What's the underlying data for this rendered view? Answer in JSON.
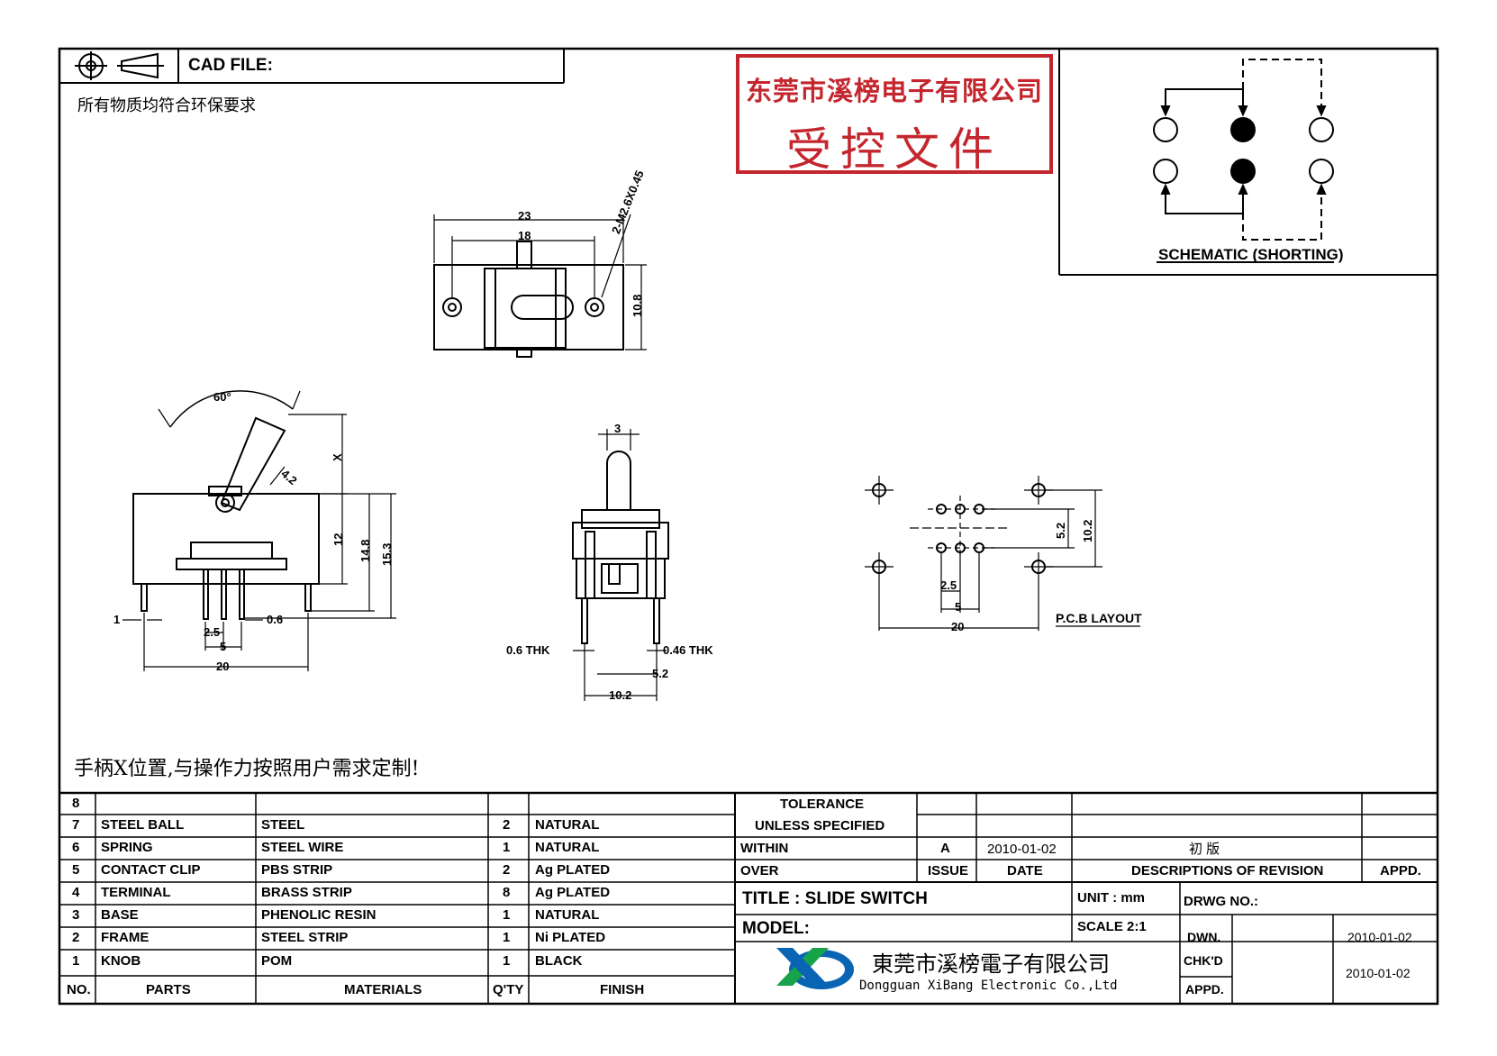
{
  "header": {
    "cad_label": "CAD FILE:",
    "env_note": "所有物质均符合环保要求"
  },
  "stamp": {
    "company": "东莞市溪榜电子有限公司",
    "status": "受控文件"
  },
  "schematic": {
    "label": "SCHEMATIC (SHORTING)"
  },
  "dims": {
    "top_23": "23",
    "top_18": "18",
    "top_hole": "2-M2.6X0.45",
    "top_10_8": "10.8",
    "angle": "60°",
    "x": "X",
    "r": "4.2",
    "h12": "12",
    "h14_8": "14.8",
    "h15_3": "15.3",
    "d1": "1",
    "d2_5": "2.5",
    "d0_6": "0.6",
    "d5": "5",
    "d20": "20",
    "m3": "3",
    "m06thk": "0.6 THK",
    "m046thk": "0.46 THK",
    "m5_2": "5.2",
    "m10_2": "10.2",
    "p5_2": "5.2",
    "p10_2": "10.2",
    "p2_5": "2.5",
    "p5": "5",
    "p20": "20",
    "pcb_label": "P.C.B LAYOUT"
  },
  "note": "手柄X位置,与操作力按照用户需求定制!",
  "parts_table": {
    "headers": {
      "no": "NO.",
      "parts": "PARTS",
      "materials": "MATERIALS",
      "qty": "Q'TY",
      "finish": "FINISH"
    },
    "rows": [
      {
        "no": "8",
        "part": "",
        "material": "",
        "qty": "",
        "finish": ""
      },
      {
        "no": "7",
        "part": "STEEL BALL",
        "material": "STEEL",
        "qty": "2",
        "finish": "NATURAL"
      },
      {
        "no": "6",
        "part": "SPRING",
        "material": "STEEL WIRE",
        "qty": "1",
        "finish": "NATURAL"
      },
      {
        "no": "5",
        "part": "CONTACT CLIP",
        "material": "PBS STRIP",
        "qty": "2",
        "finish": "Ag PLATED"
      },
      {
        "no": "4",
        "part": "TERMINAL",
        "material": "BRASS STRIP",
        "qty": "8",
        "finish": "Ag PLATED"
      },
      {
        "no": "3",
        "part": "BASE",
        "material": "PHENOLIC RESIN",
        "qty": "1",
        "finish": "NATURAL"
      },
      {
        "no": "2",
        "part": "FRAME",
        "material": "STEEL STRIP",
        "qty": "1",
        "finish": "Ni PLATED"
      },
      {
        "no": "1",
        "part": "KNOB",
        "material": "POM",
        "qty": "1",
        "finish": "BLACK"
      }
    ]
  },
  "title_block": {
    "tolerance": "TOLERANCE",
    "unless": "UNLESS   SPECIFIED",
    "within": "WITHIN",
    "over": "OVER",
    "issue_value": "A",
    "date_value": "2010-01-02",
    "rev_desc": "初  版",
    "issue_label": "ISSUE",
    "date_label": "DATE",
    "desc_label": "DESCRIPTIONS OF REVISION",
    "appd_label": "APPD.",
    "title": "TITLE : SLIDE SWITCH",
    "model": "MODEL:",
    "unit": "UNIT :   mm",
    "scale": "SCALE   2:1",
    "dwg_no": "DRWG NO.:",
    "dwn": "DWN.",
    "dwn_date": "2010-01-02",
    "chkd": "CHK'D",
    "appd2": "APPD.",
    "appd_date": "2010-01-02",
    "company_cn": "東莞市溪榜電子有限公司",
    "company_en": "Dongguan XiBang Electronic Co.,Ltd"
  }
}
